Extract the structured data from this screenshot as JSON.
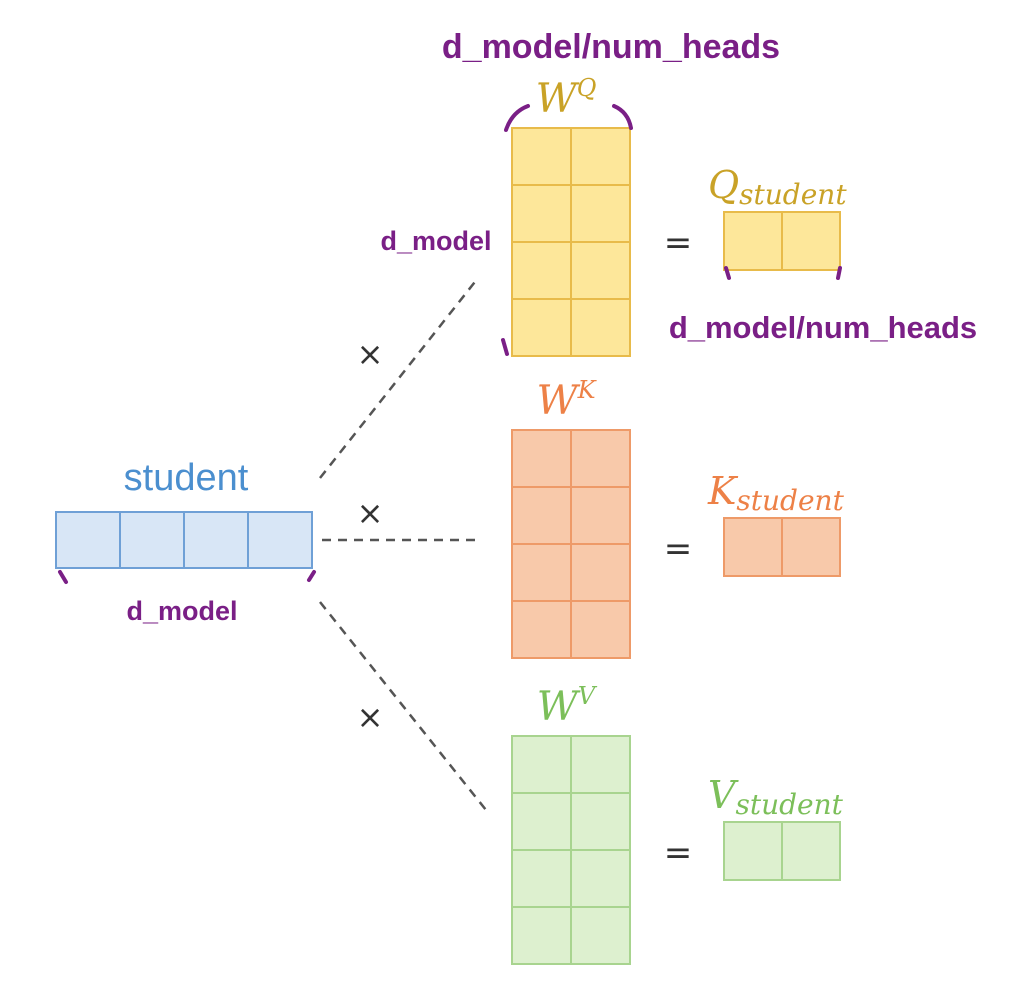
{
  "input": {
    "label": "student",
    "cells": 4,
    "dim_label": "d_model"
  },
  "operator": "×",
  "equals": "=",
  "weights": [
    {
      "id": "q",
      "base": "W",
      "sup": "Q",
      "rows": 4,
      "cols": 2,
      "fill": "#fde79a",
      "stroke": "#e8bb4a",
      "label_color": "#c9a227",
      "output": {
        "base": "Q",
        "sub": "student",
        "cols": 2
      }
    },
    {
      "id": "k",
      "base": "W",
      "sup": "K",
      "rows": 4,
      "cols": 2,
      "fill": "#f8c9aa",
      "stroke": "#ee9a68",
      "label_color": "#ed8147",
      "output": {
        "base": "K",
        "sub": "student",
        "cols": 2
      }
    },
    {
      "id": "v",
      "base": "W",
      "sup": "V",
      "rows": 4,
      "cols": 2,
      "fill": "#ddf0cf",
      "stroke": "#a8d48f",
      "label_color": "#7cbf5a",
      "output": {
        "base": "V",
        "sub": "student",
        "cols": 2
      }
    }
  ],
  "input_style": {
    "fill": "#d8e6f6",
    "stroke": "#6fa0d6",
    "label_color": "#4b8fcf"
  },
  "annotations": {
    "color": "#7a1f86",
    "wq_width": "d_model/num_heads",
    "wq_height": "d_model",
    "q_width": "d_model/num_heads"
  }
}
